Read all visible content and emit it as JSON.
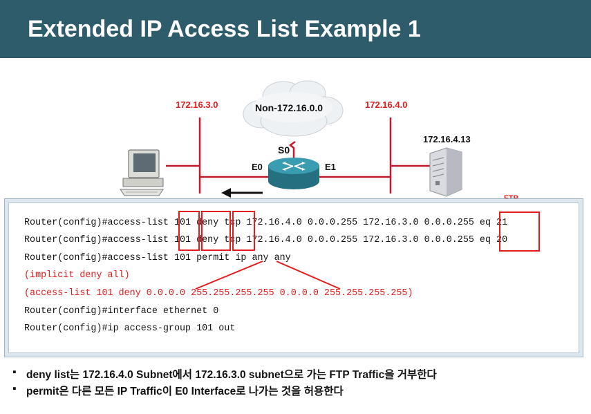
{
  "title": "Extended IP Access List Example 1",
  "diagram": {
    "left_network": "172.16.3.0",
    "right_network": "172.16.4.0",
    "cloud_label": "Non-172.16.0.0",
    "serial_label": "S0",
    "e0_label": "E0",
    "e1_label": "E1",
    "server_ip": "172.16.4.13",
    "ftp_label": "FTP"
  },
  "code": {
    "lines": [
      "Router(config)#access-list 101 deny tcp 172.16.4.0 0.0.0.255 172.16.3.0 0.0.0.255 eq 21",
      "Router(config)#access-list 101 deny tcp 172.16.4.0 0.0.0.255 172.16.3.0 0.0.0.255 eq 20",
      "Router(config)#access-list 101 permit ip any any",
      "(implicit deny all)",
      "(access-list 101 deny 0.0.0.0 255.255.255.255 0.0.0.0 255.255.255.255)",
      "Router(config)#interface ethernet 0",
      "Router(config)#ip access-group 101 out"
    ]
  },
  "bullets": {
    "marker": "▪",
    "items": [
      "deny list는 172.16.4.0 Subnet에서 172.16.3.0 subnet으로 가는 FTP Traffic을 거부한다",
      "permit은 다른 모든 IP Traffic이 E0 Interface로 나가는 것을 허용한다"
    ]
  },
  "colors": {
    "title_bar": "#2e5c6b",
    "accent_red": "#e41b1b",
    "router": "#2f8a9c"
  }
}
